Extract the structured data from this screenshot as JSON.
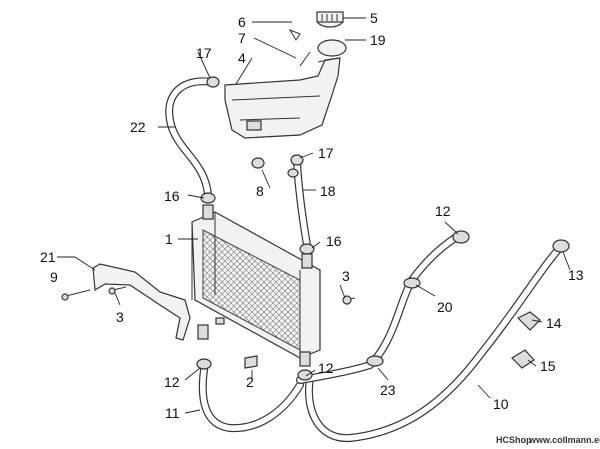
{
  "diagram": {
    "labels": [
      "1",
      "2",
      "3",
      "3",
      "4",
      "5",
      "6",
      "7",
      "8",
      "9",
      "10",
      "11",
      "12",
      "12",
      "12",
      "13",
      "14",
      "15",
      "16",
      "16",
      "17",
      "17",
      "18",
      "19",
      "20",
      "21",
      "22",
      "23"
    ],
    "footer_brand": "HCShop",
    "footer_url": "www.collmann.eu"
  }
}
